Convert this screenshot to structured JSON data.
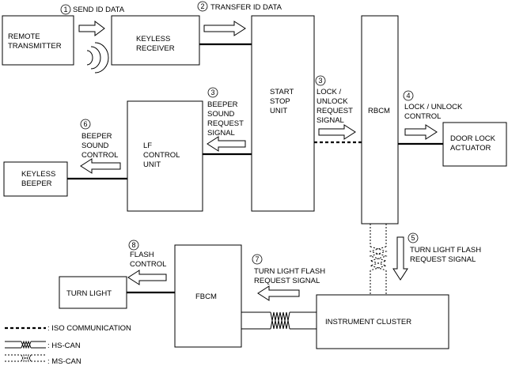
{
  "boxes": {
    "remote_transmitter": [
      "REMOTE",
      "TRANSMITTER"
    ],
    "keyless_receiver": [
      "KEYLESS",
      "RECEIVER"
    ],
    "start_stop_unit": [
      "START",
      "STOP",
      "UNIT"
    ],
    "rbcm": [
      "RBCM"
    ],
    "door_lock_actuator": [
      "DOOR LOCK",
      "ACTUATOR"
    ],
    "lf_control_unit": [
      "LF",
      "CONTROL",
      "UNIT"
    ],
    "keyless_beeper": [
      "KEYLESS",
      "BEEPER"
    ],
    "turn_light": [
      "TURN LIGHT"
    ],
    "fbcm": [
      "FBCM"
    ],
    "instrument_cluster": [
      "INSTRUMENT CLUSTER"
    ]
  },
  "steps": [
    {
      "num": "1",
      "lines": [
        "SEND ID DATA"
      ]
    },
    {
      "num": "2",
      "lines": [
        "TRANSFER ID DATA"
      ]
    },
    {
      "num": "3",
      "lines": [
        "BEEPER",
        "SOUND",
        "REQUEST",
        "SIGNAL"
      ]
    },
    {
      "num": "3",
      "lines": [
        "LOCK /",
        "UNLOCK",
        "REQUEST",
        "SIGNAL"
      ]
    },
    {
      "num": "4",
      "lines": [
        "LOCK / UNLOCK",
        "CONTROL"
      ]
    },
    {
      "num": "6",
      "lines": [
        "BEEPER",
        "SOUND",
        "CONTROL"
      ]
    },
    {
      "num": "5",
      "lines": [
        "TURN LIGHT FLASH",
        "REQUEST SIGNAL"
      ]
    },
    {
      "num": "8",
      "lines": [
        "FLASH",
        "CONTROL"
      ]
    },
    {
      "num": "7",
      "lines": [
        "TURN LIGHT FLASH",
        "REQUEST SIGNAL"
      ]
    }
  ],
  "legend": [
    {
      "symbol": "dashed-line",
      "label": ": ISO COMMUNICATION"
    },
    {
      "symbol": "hs-can",
      "label": ": HS-CAN"
    },
    {
      "symbol": "ms-can",
      "label": ": MS-CAN"
    }
  ]
}
